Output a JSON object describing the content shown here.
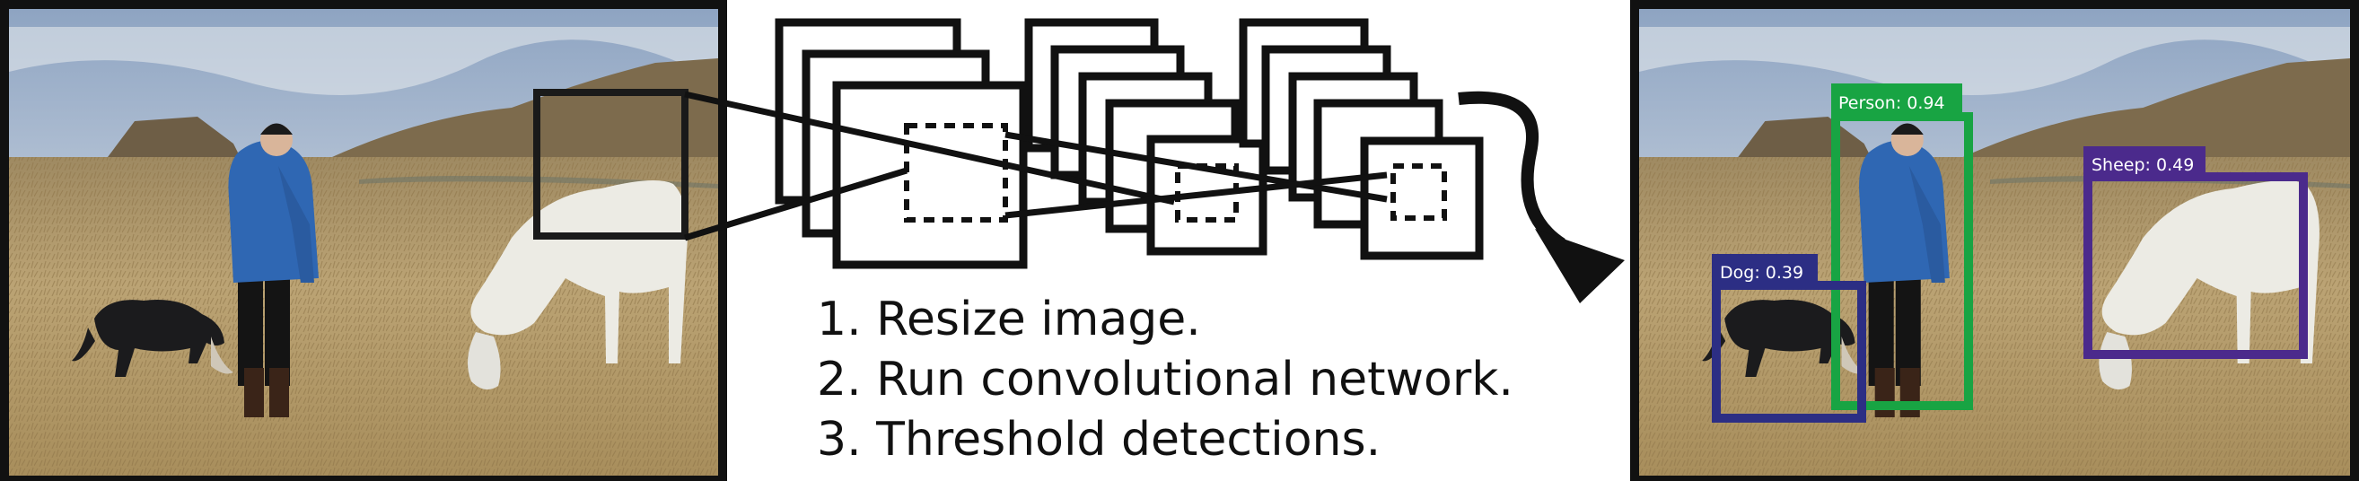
{
  "steps": [
    "1. Resize image.",
    "2. Run convolutional network.",
    "3. Threshold detections."
  ],
  "detections": [
    {
      "label": "Person: 0.94",
      "color": "#18a443"
    },
    {
      "label": "Sheep: 0.49",
      "color": "#4b2a8c"
    },
    {
      "label": "Dog: 0.39",
      "color": "#2c2e84"
    }
  ],
  "colors": {
    "frame": "#111111",
    "sky": "#b9c6d6",
    "grass": "#b49a66",
    "hill": "#7b6a4f"
  }
}
